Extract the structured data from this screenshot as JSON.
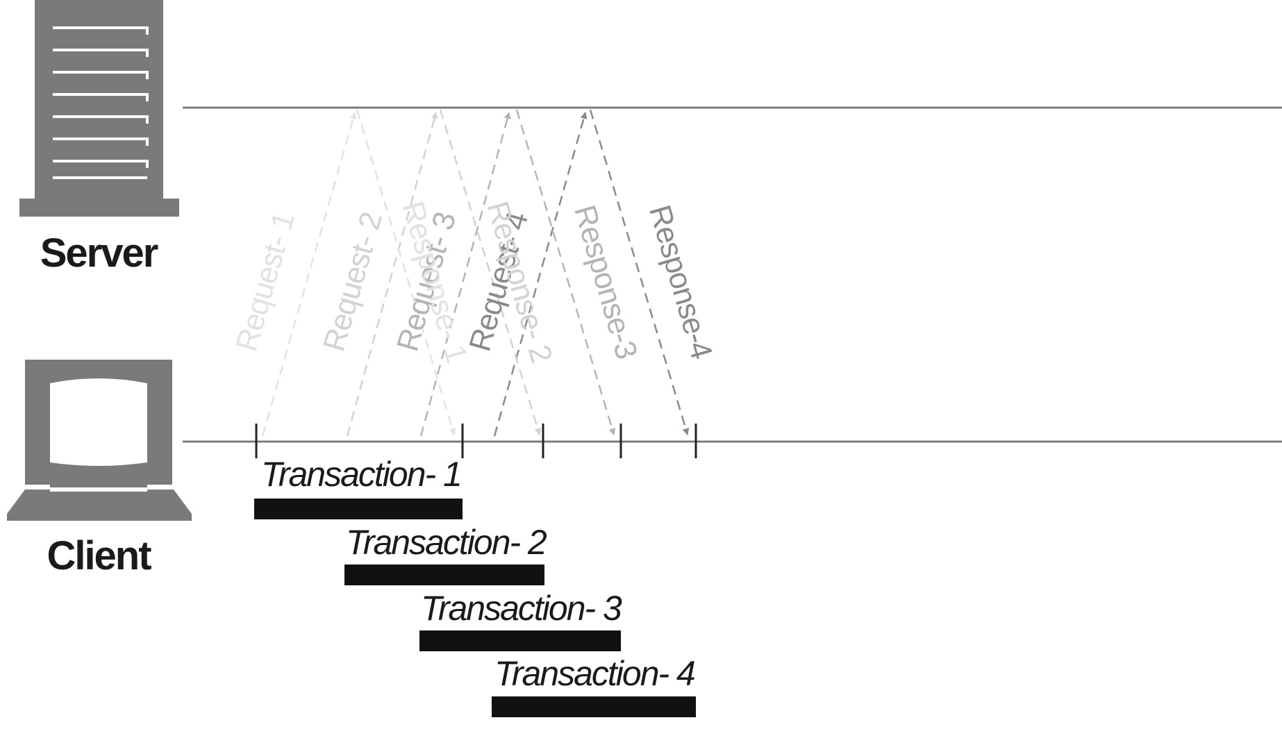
{
  "nodes": {
    "server_label": "Server",
    "client_label": "Client"
  },
  "requests": [
    {
      "label": "Request- 1",
      "color": "#e2e2e2"
    },
    {
      "label": "Request- 2",
      "color": "#d2d2d2"
    },
    {
      "label": "Request- 3",
      "color": "#b4b4b4"
    },
    {
      "label": "Request- 4",
      "color": "#8a8a8a"
    }
  ],
  "responses": [
    {
      "label": "Response- 1",
      "color": "#e2e2e2"
    },
    {
      "label": "Response- 2",
      "color": "#d2d2d2"
    },
    {
      "label": "Response-3",
      "color": "#b4b4b4"
    },
    {
      "label": "Response-4",
      "color": "#8a8a8a"
    }
  ],
  "transactions": [
    {
      "label": "Transaction- 1"
    },
    {
      "label": "Transaction- 2"
    },
    {
      "label": "Transaction- 3"
    },
    {
      "label": "Transaction- 4"
    }
  ],
  "colors": {
    "icon": "#7a7a7a",
    "timeline": "#7d7d7d",
    "bar": "#111111"
  }
}
